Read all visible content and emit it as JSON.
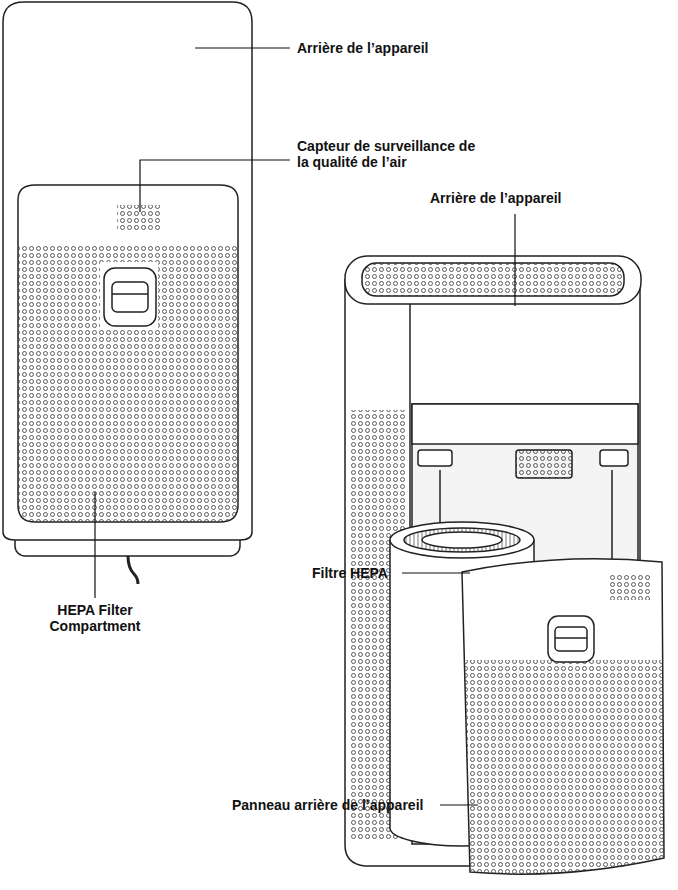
{
  "diagram": {
    "labels": [
      "Arrière de l’appareil",
      "Capteur de surveillance de la qualité de l’air",
      "Arrière de l’appareil",
      "HEPA Filter Compartment",
      "Filtre HEPA",
      "Panneau arrière de l’appareil"
    ]
  }
}
